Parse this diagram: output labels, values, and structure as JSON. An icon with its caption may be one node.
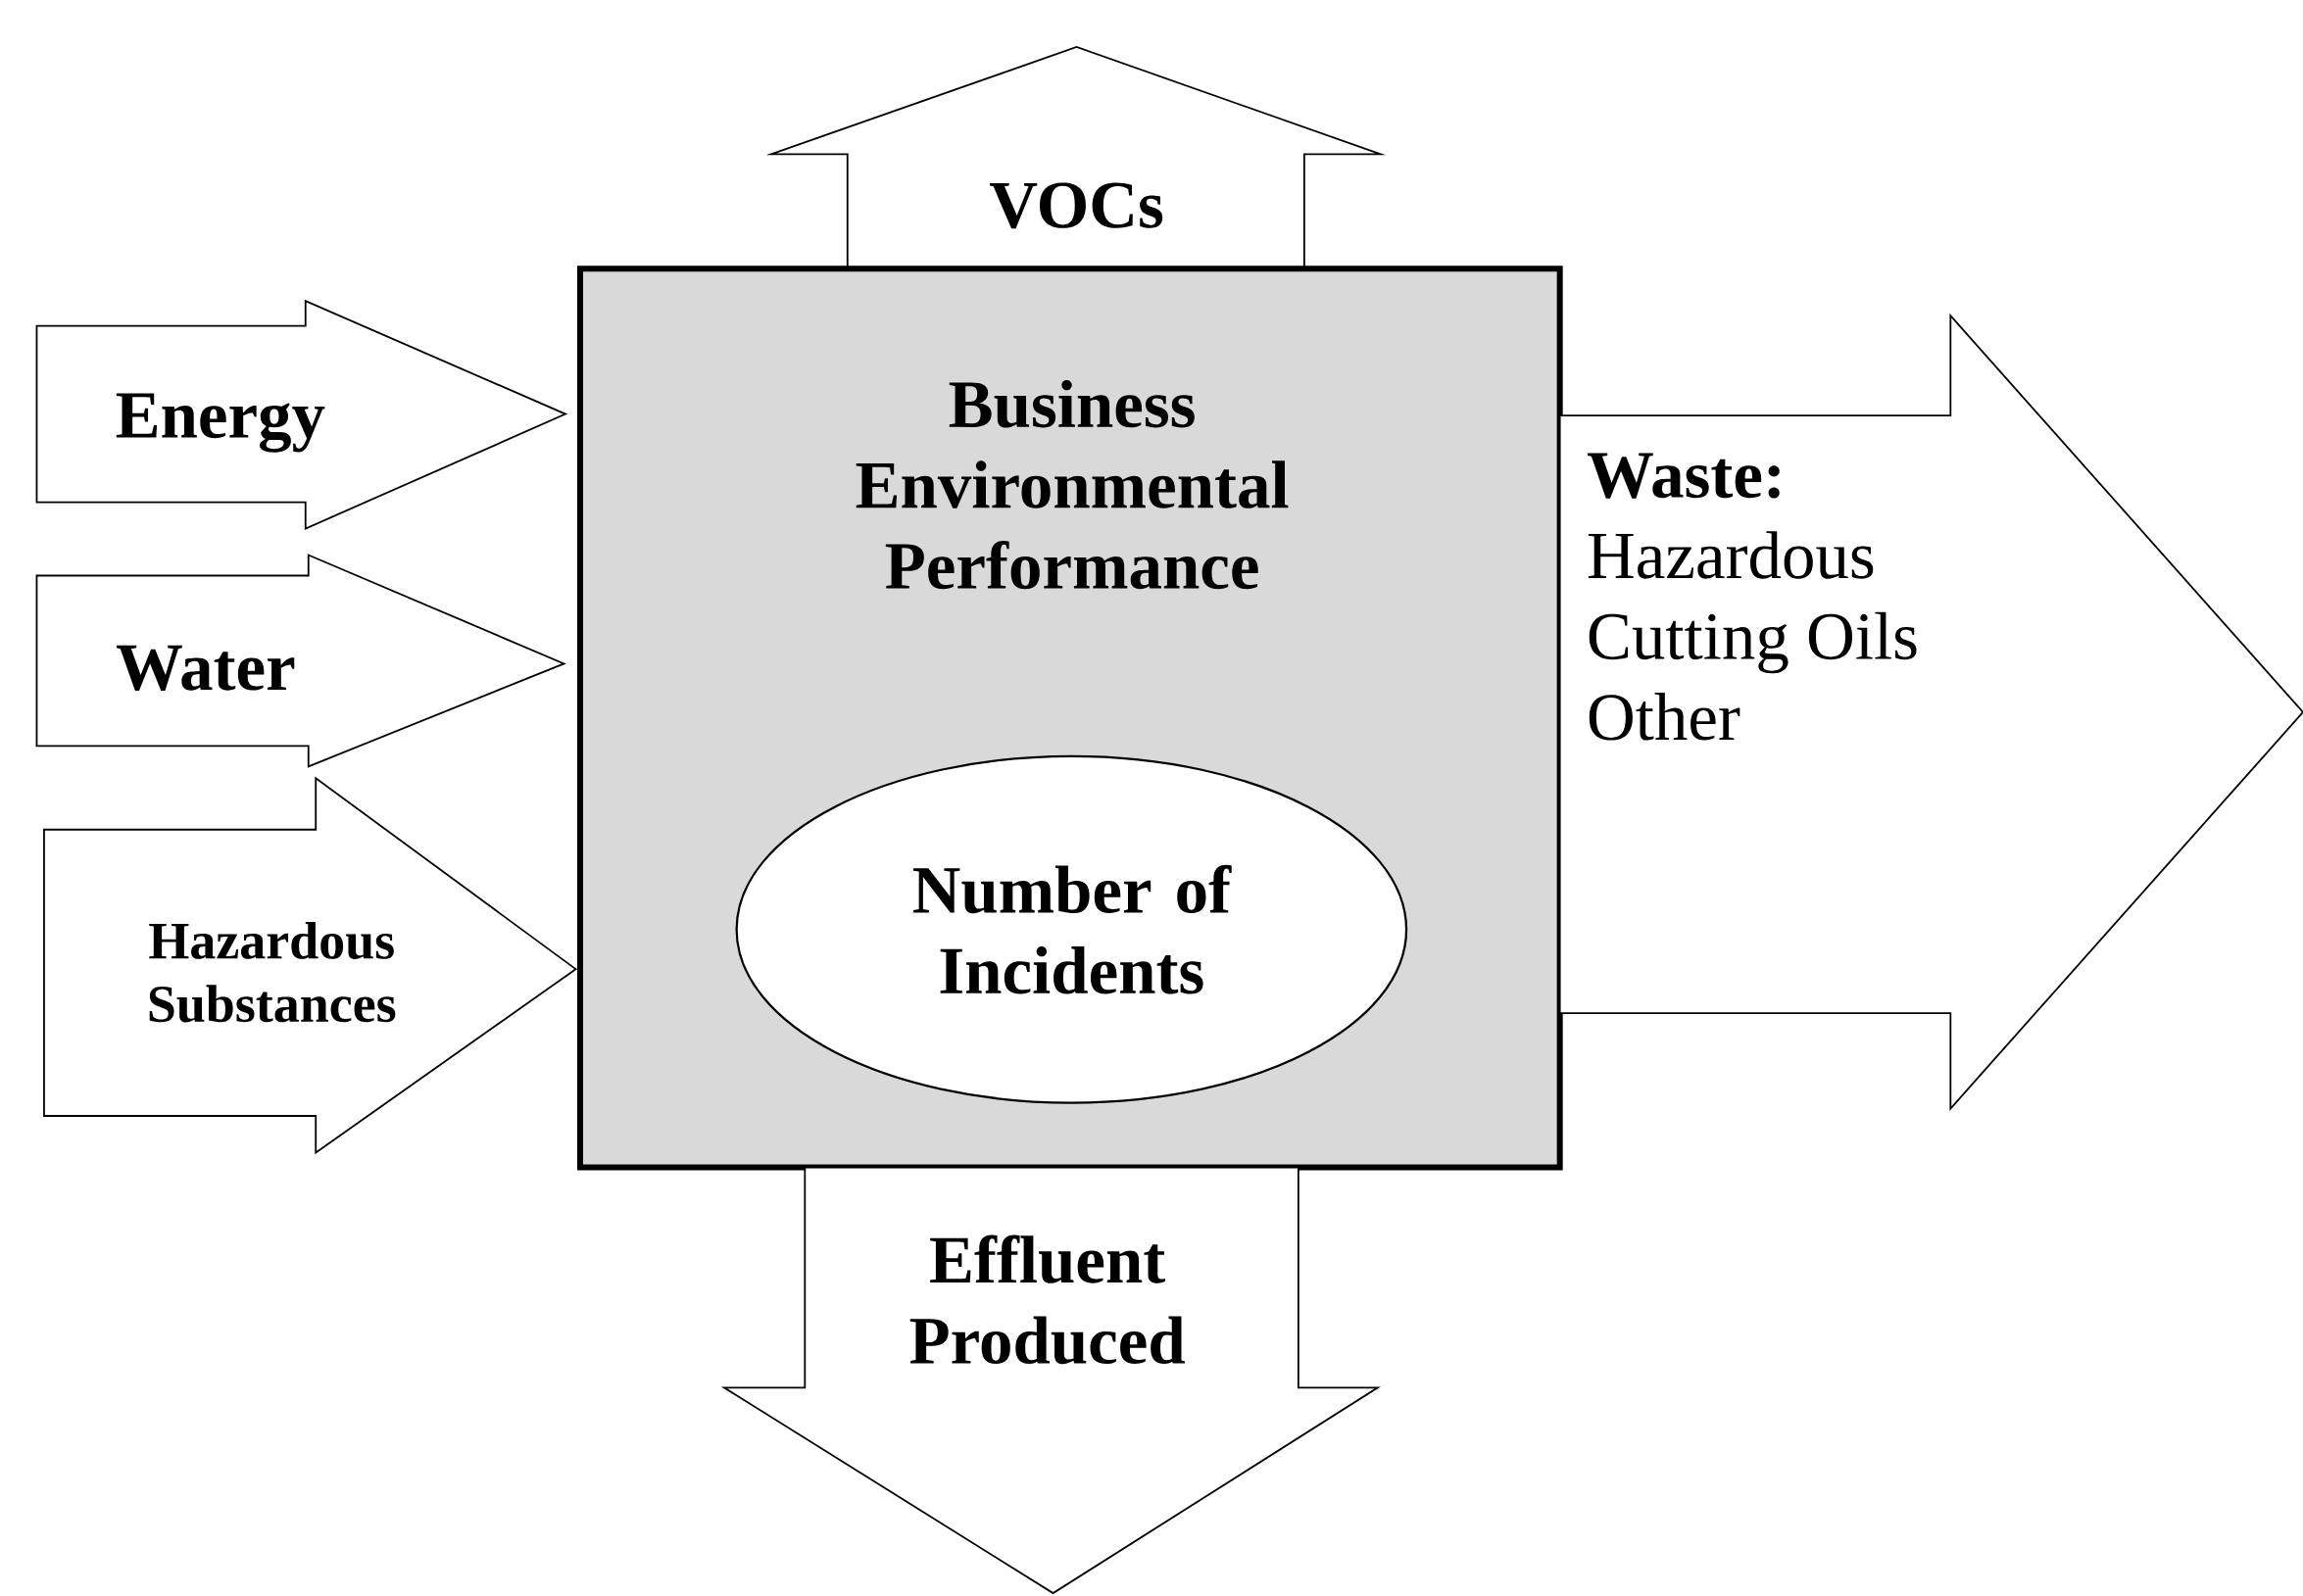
{
  "diagram": {
    "nodes": [
      {
        "text": [
          "VOCs"
        ]
      },
      {
        "text": [
          "Energy"
        ]
      },
      {
        "text": [
          "Business Environmental Performance"
        ]
      },
      {
        "text": [
          "Number of Incidents"
        ],
        "in": 2
      },
      {
        "text": [
          "Water"
        ]
      },
      {
        "text": [
          "Waste:",
          "Hazardous",
          "Cutting Oils",
          "Other"
        ]
      },
      {
        "text": [
          "Hazardous Substances"
        ]
      },
      {
        "text": [
          "Effluent Produced"
        ]
      }
    ]
  }
}
